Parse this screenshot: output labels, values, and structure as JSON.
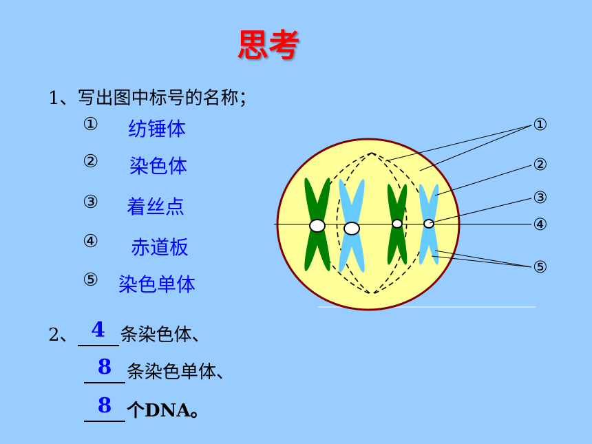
{
  "title": "思考",
  "q1": {
    "text": "1、写出图中标号的名称；",
    "items": [
      {
        "num": "①",
        "answer": "纺锤体"
      },
      {
        "num": "②",
        "answer": "染色体"
      },
      {
        "num": "③",
        "answer": "着丝点"
      },
      {
        "num": "④",
        "answer": "赤道板"
      },
      {
        "num": "⑤",
        "answer": "染色单体"
      }
    ]
  },
  "q2": {
    "prefix": "2、",
    "lines": [
      {
        "answer": "4",
        "text": "条染色体、"
      },
      {
        "answer": "8",
        "text": "条染色单体、"
      },
      {
        "answer": "8",
        "text": "个DNA。"
      }
    ]
  },
  "diagram": {
    "labels": [
      "①",
      "②",
      "③",
      "④",
      "⑤"
    ],
    "colors": {
      "cell_fill": "#ffff99",
      "cell_stroke": "#800000",
      "chromosome_green": "#008000",
      "chromosome_blue": "#66ccff",
      "centromere": "#ffffff"
    }
  }
}
